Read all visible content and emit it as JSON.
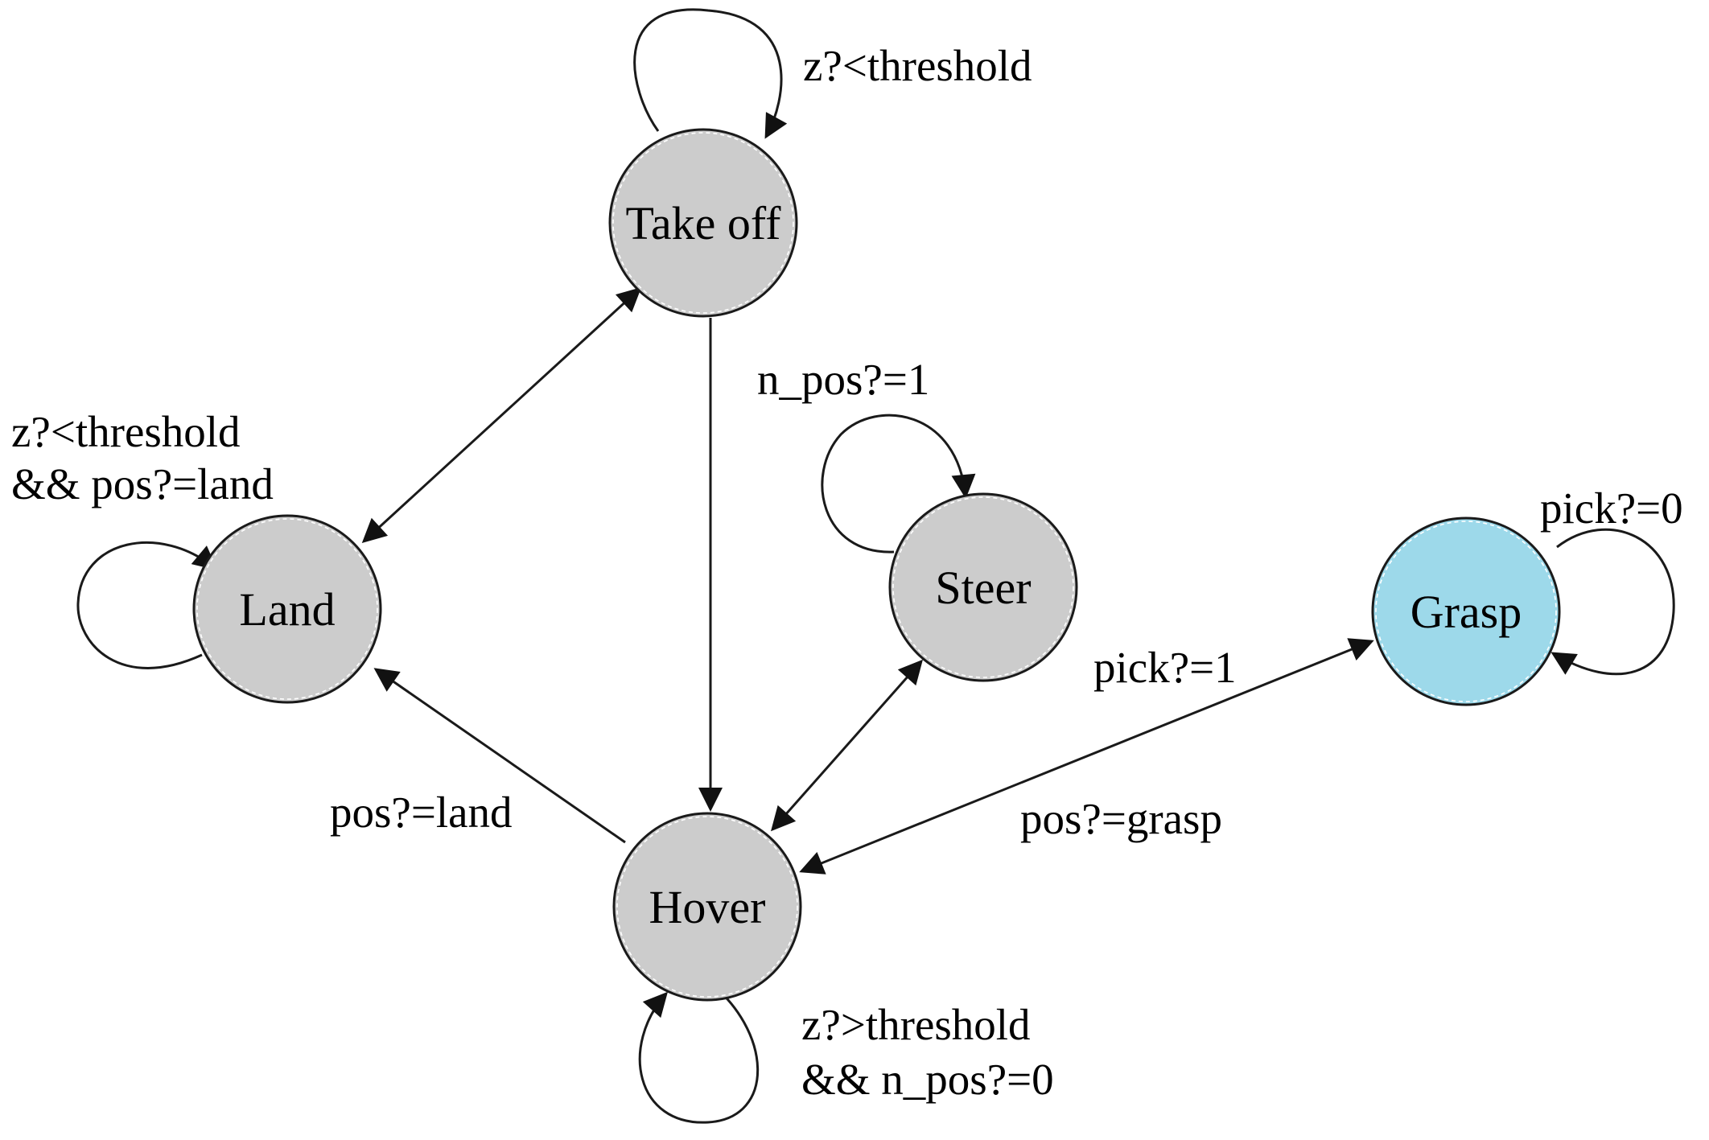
{
  "diagram": {
    "nodes": {
      "takeoff": {
        "label": "Take off",
        "fill": "#cccccc"
      },
      "land": {
        "label": "Land",
        "fill": "#cccccc"
      },
      "steer": {
        "label": "Steer",
        "fill": "#cccccc"
      },
      "grasp": {
        "label": "Grasp",
        "fill": "#9dd9ea"
      },
      "hover": {
        "label": "Hover",
        "fill": "#cccccc"
      }
    },
    "edges": [
      {
        "from": "Take off",
        "to": "Take off",
        "label": "z?<threshold"
      },
      {
        "from": "Land",
        "to": "Land",
        "label_lines": [
          "z?<threshold",
          "&& pos?=land"
        ]
      },
      {
        "from": "Steer",
        "to": "Steer",
        "label": "n_pos?=1"
      },
      {
        "from": "Grasp",
        "to": "Grasp",
        "label": "pick?=0"
      },
      {
        "from": "Hover",
        "to": "Hover",
        "label_lines": [
          "z?>threshold",
          "&& n_pos?=0"
        ]
      },
      {
        "from": "Take off",
        "to": "Land",
        "bidirectional": true
      },
      {
        "from": "Take off",
        "to": "Hover"
      },
      {
        "from": "Hover",
        "to": "Land",
        "label": "pos?=land"
      },
      {
        "from": "Hover",
        "to": "Steer",
        "bidirectional": true
      },
      {
        "from": "Hover",
        "to": "Grasp",
        "bidirectional": true,
        "label_lines": [
          "pick?=1",
          "pos?=grasp"
        ]
      }
    ],
    "labels": {
      "takeoff_loop": "z?<threshold",
      "land_loop_1": "z?<threshold",
      "land_loop_2": "&& pos?=land",
      "steer_loop": "n_pos?=1",
      "grasp_loop": "pick?=0",
      "hover_loop_1": "z?>threshold",
      "hover_loop_2": "&& n_pos?=0",
      "hover_to_land": "pos?=land",
      "hover_grasp_pick": "pick?=1",
      "hover_grasp_pos": "pos?=grasp"
    }
  }
}
